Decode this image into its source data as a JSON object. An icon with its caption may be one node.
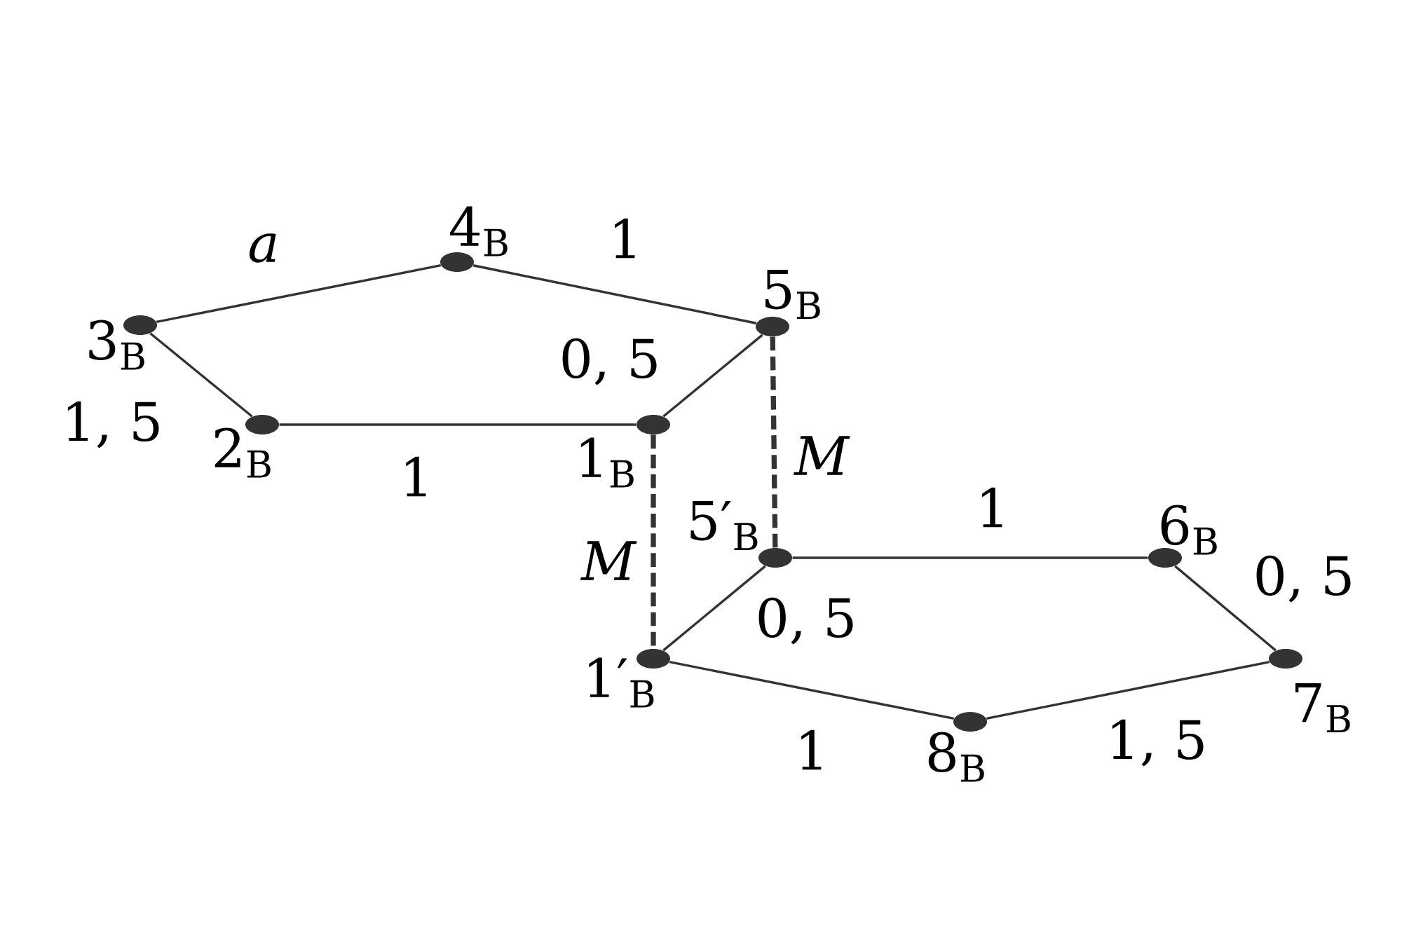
{
  "diagram": {
    "nodes": [
      {
        "text": [],
        "shape": "circle",
        "beside": [
          "3$_{B}$"
        ]
      },
      {
        "text": [],
        "shape": "circle",
        "beside": [
          "4$_{B}$"
        ]
      },
      {
        "text": [],
        "shape": "circle",
        "beside": [
          "5$_{B}$"
        ]
      },
      {
        "text": [],
        "shape": "circle",
        "beside": [
          "2$_{B}$"
        ]
      },
      {
        "text": [],
        "shape": "circle",
        "beside": [
          "1$_{B}$"
        ]
      },
      {
        "text": [],
        "shape": "circle",
        "beside": [
          "5′$_{B}$"
        ]
      },
      {
        "text": [],
        "shape": "circle",
        "beside": [
          "6$_{B}$"
        ]
      },
      {
        "text": [],
        "shape": "circle",
        "beside": [
          "1′$_{B}$"
        ]
      },
      {
        "text": [],
        "shape": "circle",
        "beside": [
          "8$_{B}$"
        ]
      },
      {
        "text": [],
        "shape": "circle",
        "beside": [
          "7$_{B}$"
        ]
      }
    ],
    "edges": [
      {
        "from": 0,
        "to": 1,
        "arrow": "none",
        "label": "a"
      },
      {
        "from": 1,
        "to": 2,
        "arrow": "none",
        "label": "1"
      },
      {
        "from": 0,
        "to": 3,
        "arrow": "none",
        "label": "1, 5"
      },
      {
        "from": 3,
        "to": 4,
        "arrow": "none",
        "label": "1"
      },
      {
        "from": 4,
        "to": 2,
        "arrow": "none",
        "label": "0, 5"
      },
      {
        "from": 2,
        "to": 5,
        "arrow": "none",
        "label": "M",
        "style": "dashed"
      },
      {
        "from": 4,
        "to": 7,
        "arrow": "none",
        "label": "M",
        "style": "dashed"
      },
      {
        "from": 5,
        "to": 6,
        "arrow": "none",
        "label": "1"
      },
      {
        "from": 6,
        "to": 9,
        "arrow": "none",
        "label": "0, 5"
      },
      {
        "from": 5,
        "to": 7,
        "arrow": "none",
        "label": "0, 5"
      },
      {
        "from": 7,
        "to": 8,
        "arrow": "none",
        "label": "1"
      },
      {
        "from": 8,
        "to": 9,
        "arrow": "none",
        "label": "1, 5"
      }
    ]
  }
}
